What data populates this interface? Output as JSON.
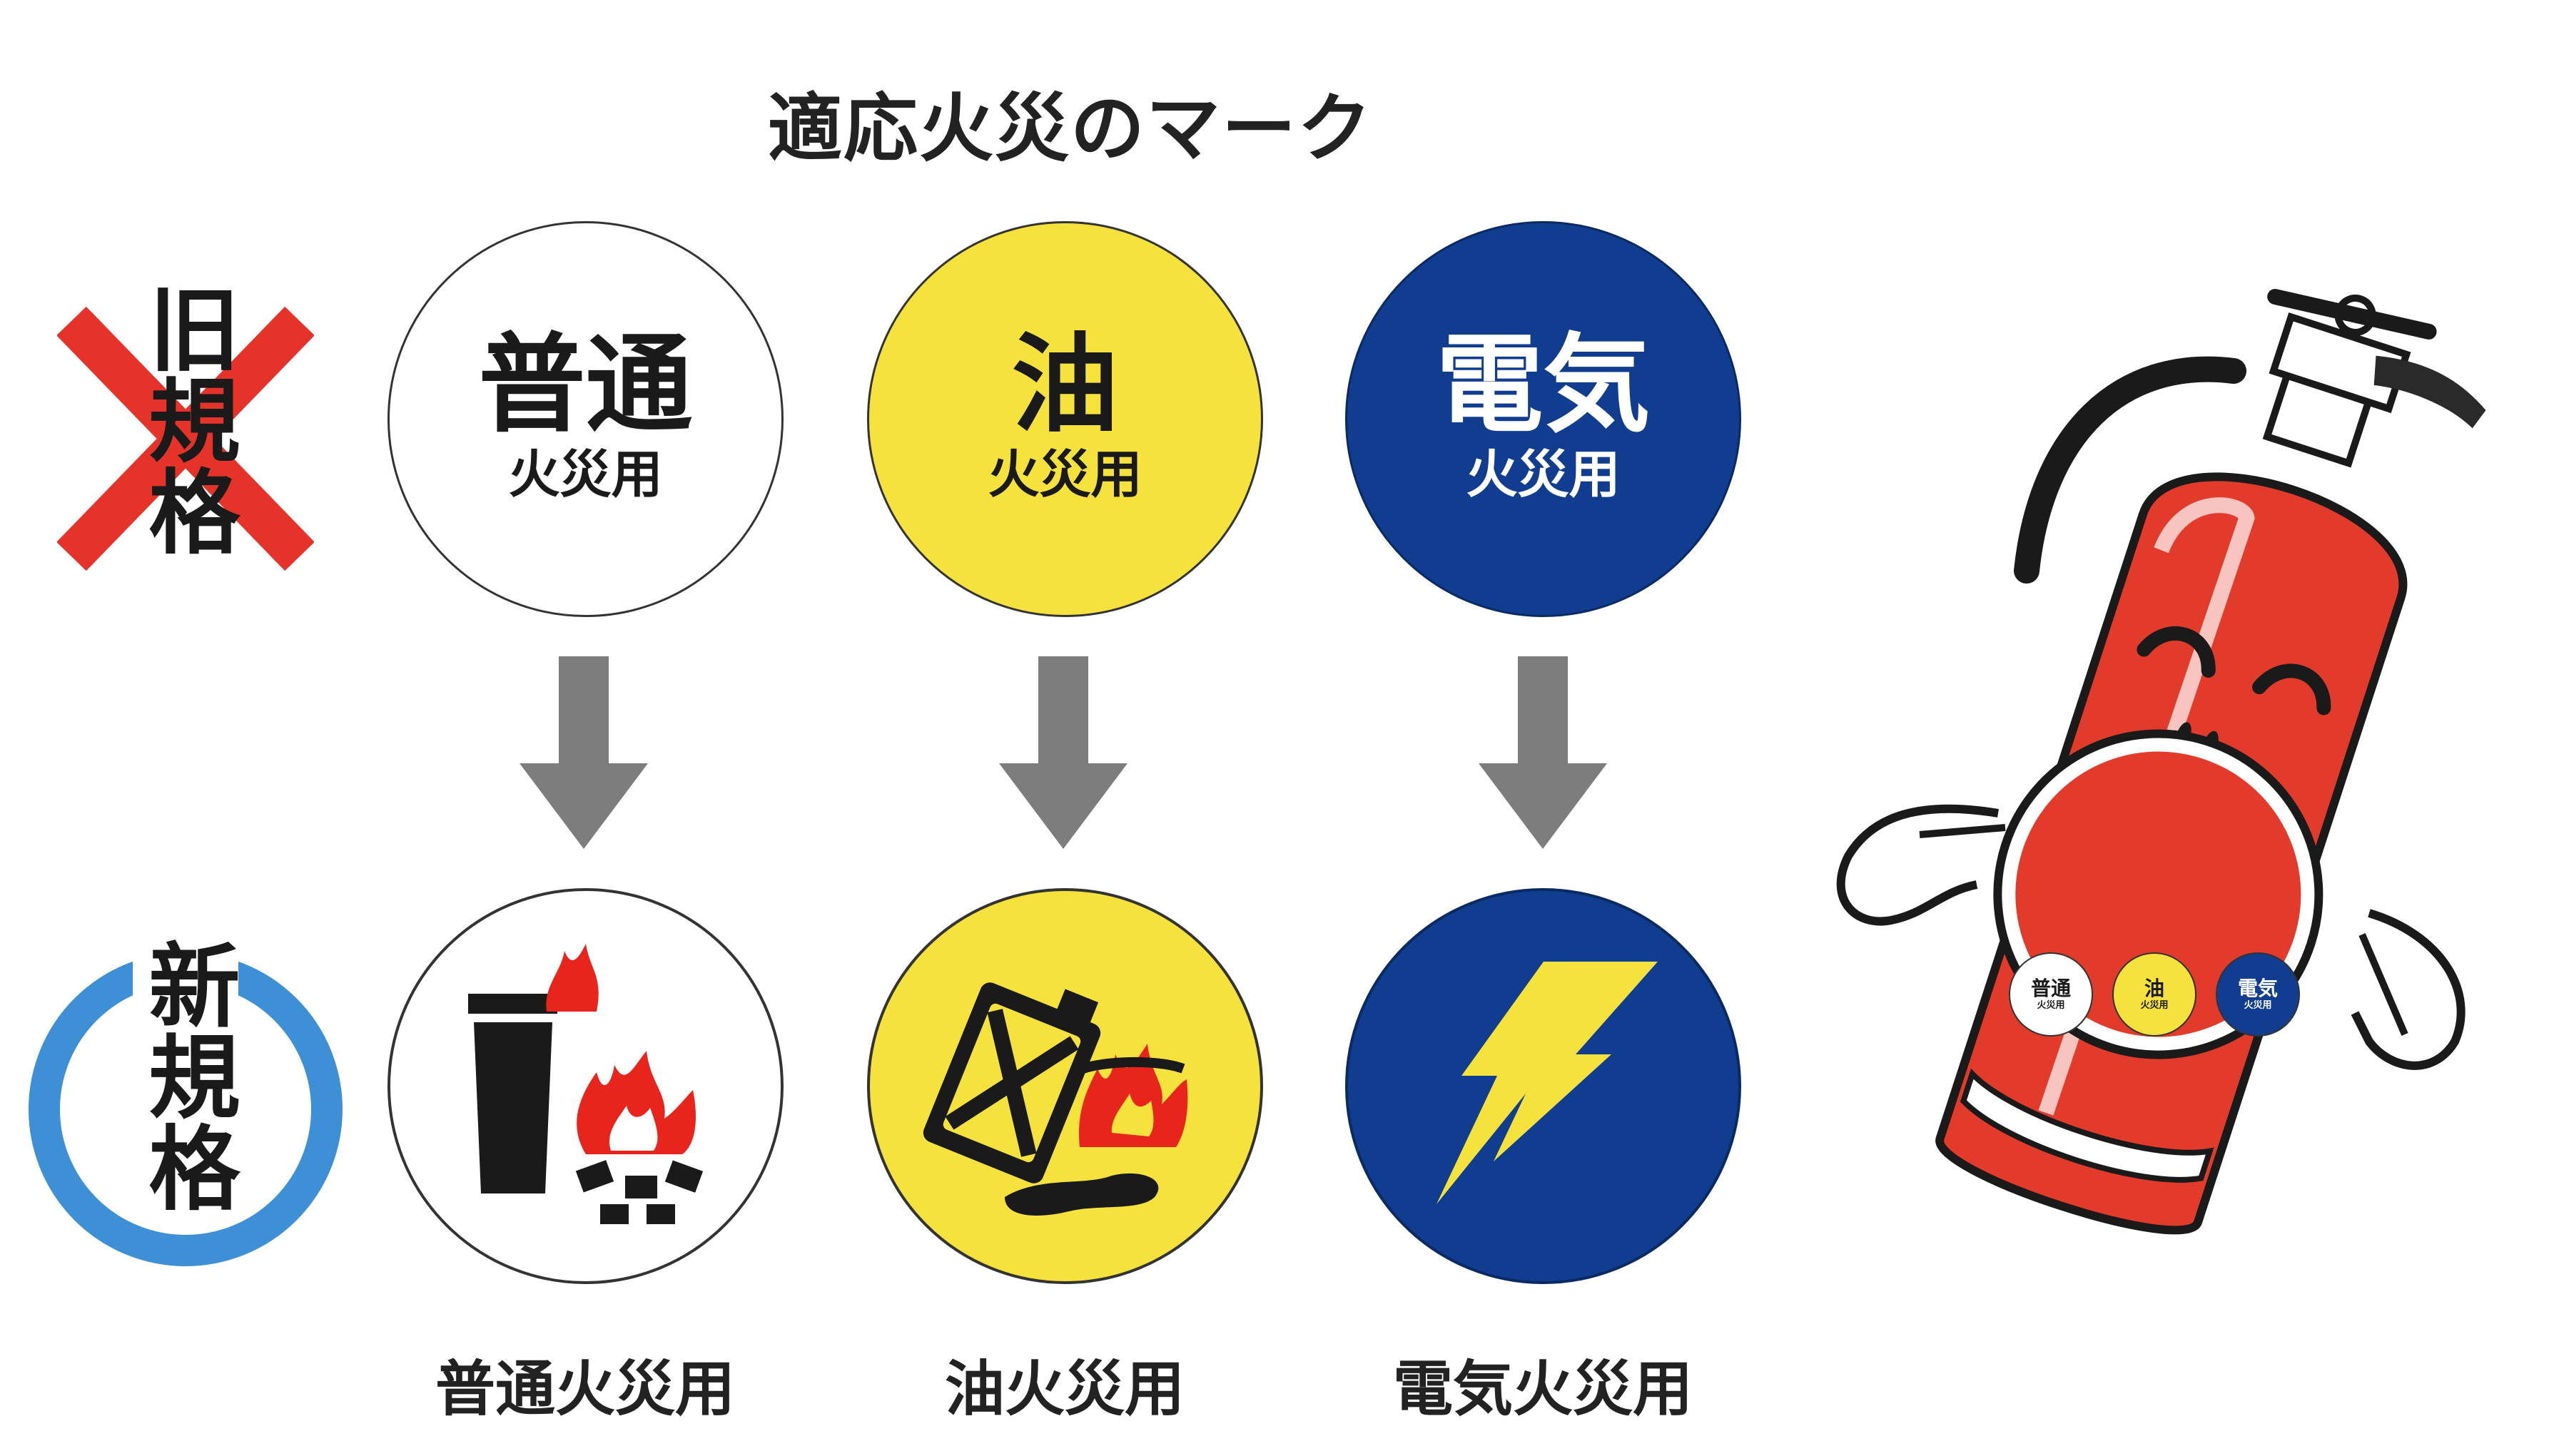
{
  "title": "適応火災のマーク",
  "old_label": "旧規格",
  "new_label": "新規格",
  "old_marks": [
    {
      "main": "普通",
      "sub": "火災用",
      "bg": "#ffffff",
      "fg": "#1a1a1a"
    },
    {
      "main": "油",
      "sub": "火災用",
      "bg": "#f6e23c",
      "fg": "#1a1a1a"
    },
    {
      "main": "電気",
      "sub": "火災用",
      "bg": "#103d8f",
      "fg": "#ffffff"
    }
  ],
  "new_marks": [
    {
      "icon": "ordinary-fire-icon",
      "bg": "#ffffff",
      "caption": "普通火災用"
    },
    {
      "icon": "oil-fire-icon",
      "bg": "#f6e23c",
      "caption": "油火災用"
    },
    {
      "icon": "lightning-bolt-icon",
      "bg": "#103d8f",
      "caption": "電気火災用"
    }
  ],
  "mascot_badges": [
    {
      "main": "普通",
      "sub": "火災用"
    },
    {
      "main": "油",
      "sub": "火災用"
    },
    {
      "main": "電気",
      "sub": "火災用"
    }
  ],
  "colors": {
    "cross_red": "#e5332a",
    "ring_blue": "#3d8fd6",
    "arrow_gray": "#7d7d7d",
    "extinguisher_red": "#e33b2b",
    "flame_red": "#e8251c",
    "yellow": "#f6e23c",
    "navy": "#103d8f"
  }
}
